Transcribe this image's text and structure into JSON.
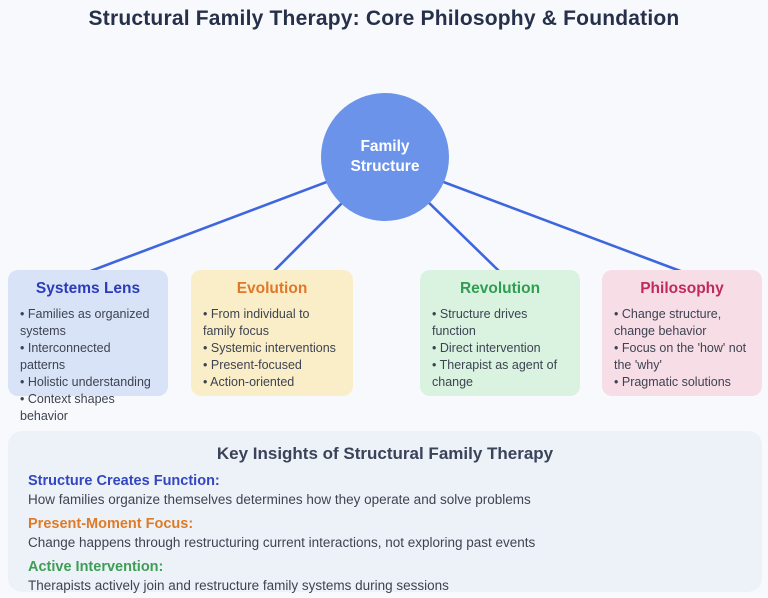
{
  "title": "Structural Family Therapy: Core Philosophy & Foundation",
  "colors": {
    "page_bg": "#f8f9fc",
    "title_text": "#26304a",
    "node_fill": "#6b93ea",
    "node_text": "#ffffff",
    "connector": "#3e66de",
    "panel_bg": "#edf1f8",
    "panel_title": "#3a4358"
  },
  "center_node": {
    "label": "Family Structure"
  },
  "branches": [
    {
      "title": "Systems Lens",
      "title_color": "#2b3cb8",
      "bg": "#d9e3f7",
      "bullets": [
        "Families as organized systems",
        "Interconnected patterns",
        "Holistic understanding",
        "Context shapes behavior"
      ]
    },
    {
      "title": "Evolution",
      "title_color": "#e0782a",
      "bg": "#faeec8",
      "bullets": [
        "From individual to family focus",
        "Systemic interventions",
        "Present-focused",
        "Action-oriented"
      ]
    },
    {
      "title": "Revolution",
      "title_color": "#2f9e51",
      "bg": "#d9f3e0",
      "bullets": [
        "Structure drives function",
        "Direct intervention",
        "Therapist as agent of change"
      ]
    },
    {
      "title": "Philosophy",
      "title_color": "#c02a5e",
      "bg": "#f7dde6",
      "bullets": [
        "Change structure, change behavior",
        "Focus on the 'how' not the 'why'",
        "Pragmatic solutions"
      ]
    }
  ],
  "insights": {
    "title": "Key Insights of Structural Family Therapy",
    "items": [
      {
        "heading": "Structure Creates Function:",
        "color": "#3246c2",
        "body": "How families organize themselves determines how they operate and solve problems"
      },
      {
        "heading": "Present-Moment Focus:",
        "color": "#df7b27",
        "body": "Change happens through restructuring current interactions, not exploring past events"
      },
      {
        "heading": "Active Intervention:",
        "color": "#3d9e55",
        "body": "Therapists actively join and restructure family systems during sessions"
      }
    ]
  }
}
